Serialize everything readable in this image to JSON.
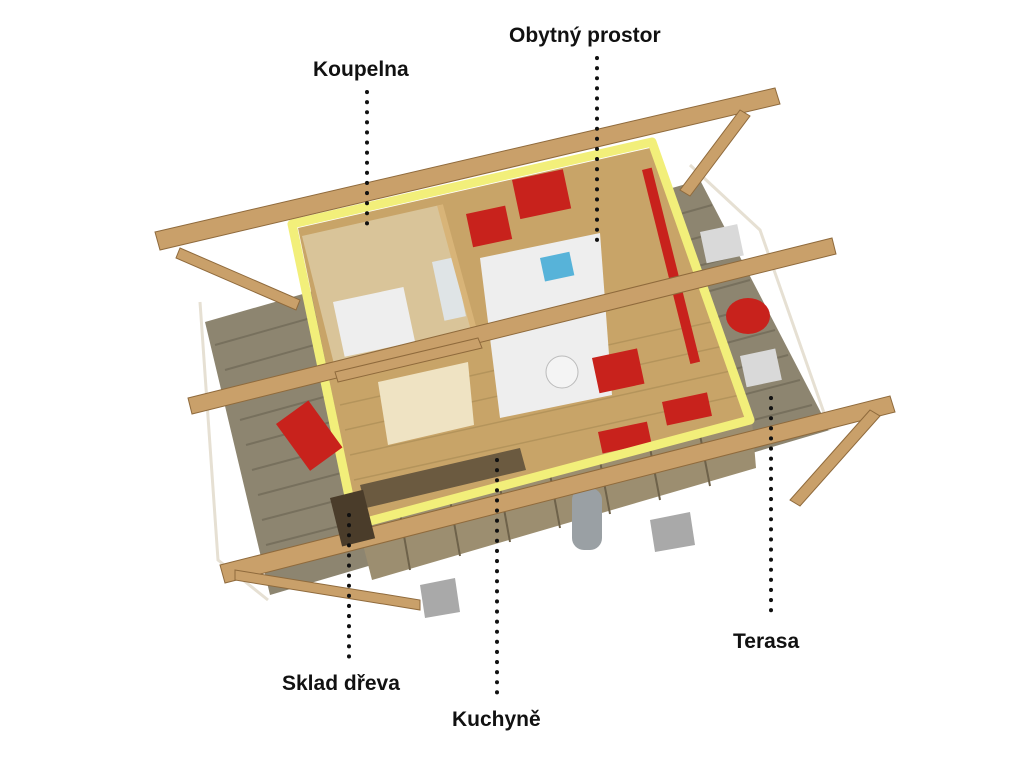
{
  "labels": {
    "koupelna": "Koupelna",
    "obytny_prostor": "Obytný prostor",
    "terasa": "Terasa",
    "sklad_dreva": "Sklad dřeva",
    "kuchyne": "Kuchyně"
  },
  "colors": {
    "wall_outline": "#f2ef7a",
    "accent_red": "#c8221c",
    "timber": "#c9a06a",
    "deck": "#8d8570",
    "floor": "#c8a468",
    "leader_dots": "#111111"
  }
}
